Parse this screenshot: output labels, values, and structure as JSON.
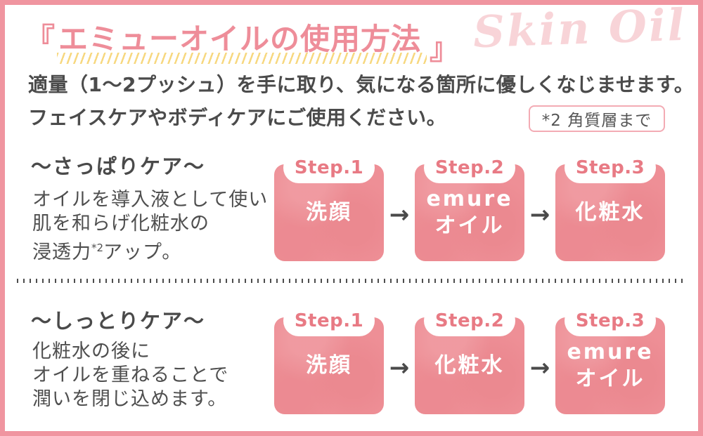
{
  "header": {
    "bracket_open": "『",
    "title": "エミューオイルの使用方法",
    "bracket_close": "』",
    "watermark": "Skin Oil"
  },
  "intro": {
    "line1": "適量（1～2プッシュ）を手に取り、気になる箇所に優しくなじませます。",
    "line2": "フェイスケアやボディケアにご使用ください。",
    "note": "*2 角質層まで"
  },
  "sections": [
    {
      "heading": "～さっぱりケア～",
      "lines": [
        "オイルを導入液として使い",
        "肌を和らげ化粧水の"
      ],
      "line3": {
        "pre": "浸透力",
        "sup": "*2",
        "post": "アップ。"
      },
      "steps": [
        {
          "badge": "Step.1",
          "label": "洗顔"
        },
        {
          "badge": "Step.2",
          "label": "emure\nオイル"
        },
        {
          "badge": "Step.3",
          "label": "化粧水"
        }
      ]
    },
    {
      "heading": "～しっとりケア～",
      "lines": [
        "化粧水の後に",
        "オイルを重ねることで",
        "潤いを閉じ込めます。"
      ],
      "steps": [
        {
          "badge": "Step.1",
          "label": "洗顔"
        },
        {
          "badge": "Step.2",
          "label": "化粧水"
        },
        {
          "badge": "Step.3",
          "label": "emure\nオイル"
        }
      ]
    }
  ],
  "arrow": "→",
  "colors": {
    "frame_pink": "#f095a0",
    "title_pink": "#ee8d99",
    "underline_yellow": "#f7d880",
    "watermark_pink": "#f8d4d8",
    "card_pink": "#ee8f96",
    "step_text_pink": "#e87a84",
    "text_dark": "#4b4b4b"
  }
}
